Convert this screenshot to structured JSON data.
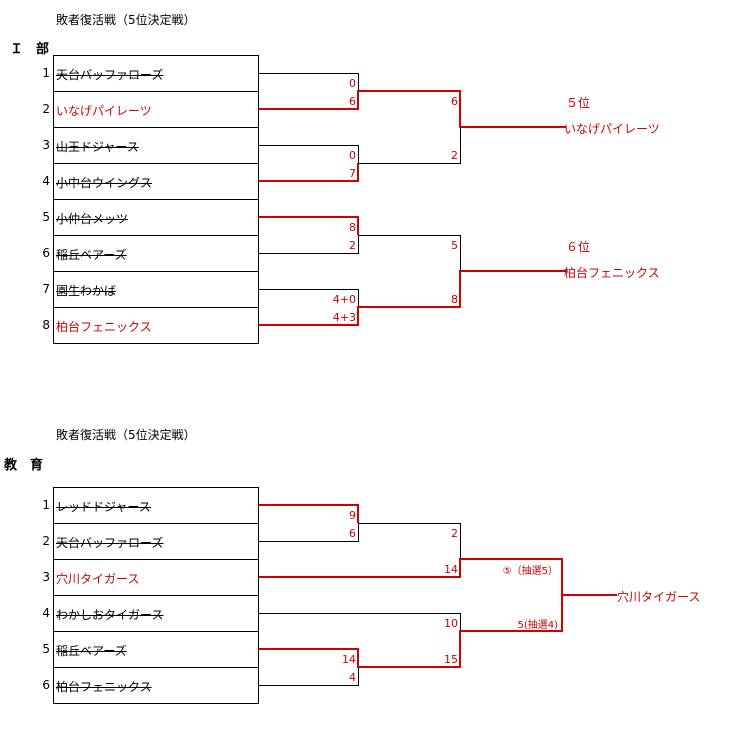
{
  "sections": [
    {
      "title": "敗者復活戦（5位決定戦）",
      "division": "Ｉ　部",
      "teams": [
        {
          "seed": "1",
          "name": "天台バッファローズ",
          "status": "lose"
        },
        {
          "seed": "2",
          "name": "いなげパイレーツ",
          "status": "win"
        },
        {
          "seed": "3",
          "name": "山王ドジャース",
          "status": "lose"
        },
        {
          "seed": "4",
          "name": "小中台ウイングス",
          "status": "lose"
        },
        {
          "seed": "5",
          "name": "小仲台メッツ",
          "status": "lose"
        },
        {
          "seed": "6",
          "name": "稲丘ベアーズ",
          "status": "lose"
        },
        {
          "seed": "7",
          "name": "園生わかば",
          "status": "lose"
        },
        {
          "seed": "8",
          "name": "柏台フェニックス",
          "status": "win"
        }
      ],
      "r1_scores": [
        "0",
        "6",
        "0",
        "7",
        "8",
        "2",
        "4+0",
        "4+3"
      ],
      "r2_scores": [
        "6",
        "2",
        "5",
        "8"
      ],
      "results": [
        {
          "place": "５位",
          "team": "いなげパイレーツ"
        },
        {
          "place": "６位",
          "team": "柏台フェニックス"
        }
      ]
    },
    {
      "title": "敗者復活戦（5位決定戦）",
      "division": "教　育",
      "teams": [
        {
          "seed": "1",
          "name": "レッドドジャース",
          "status": "lose"
        },
        {
          "seed": "2",
          "name": "天台バッファローズ",
          "status": "lose"
        },
        {
          "seed": "3",
          "name": "穴川タイガース",
          "status": "win"
        },
        {
          "seed": "4",
          "name": "わかしおタイガース",
          "status": "lose"
        },
        {
          "seed": "5",
          "name": "稲丘ベアーズ",
          "status": "lose"
        },
        {
          "seed": "6",
          "name": "柏台フェニックス",
          "status": "lose"
        }
      ],
      "r1_scores": [
        "9",
        "6",
        "14",
        "4"
      ],
      "r2_scores": [
        "2",
        "14",
        "10",
        "15"
      ],
      "final_scores": [
        "⑤（抽選5）",
        "5(抽選4)"
      ],
      "champion": "穴川タイガース"
    }
  ]
}
